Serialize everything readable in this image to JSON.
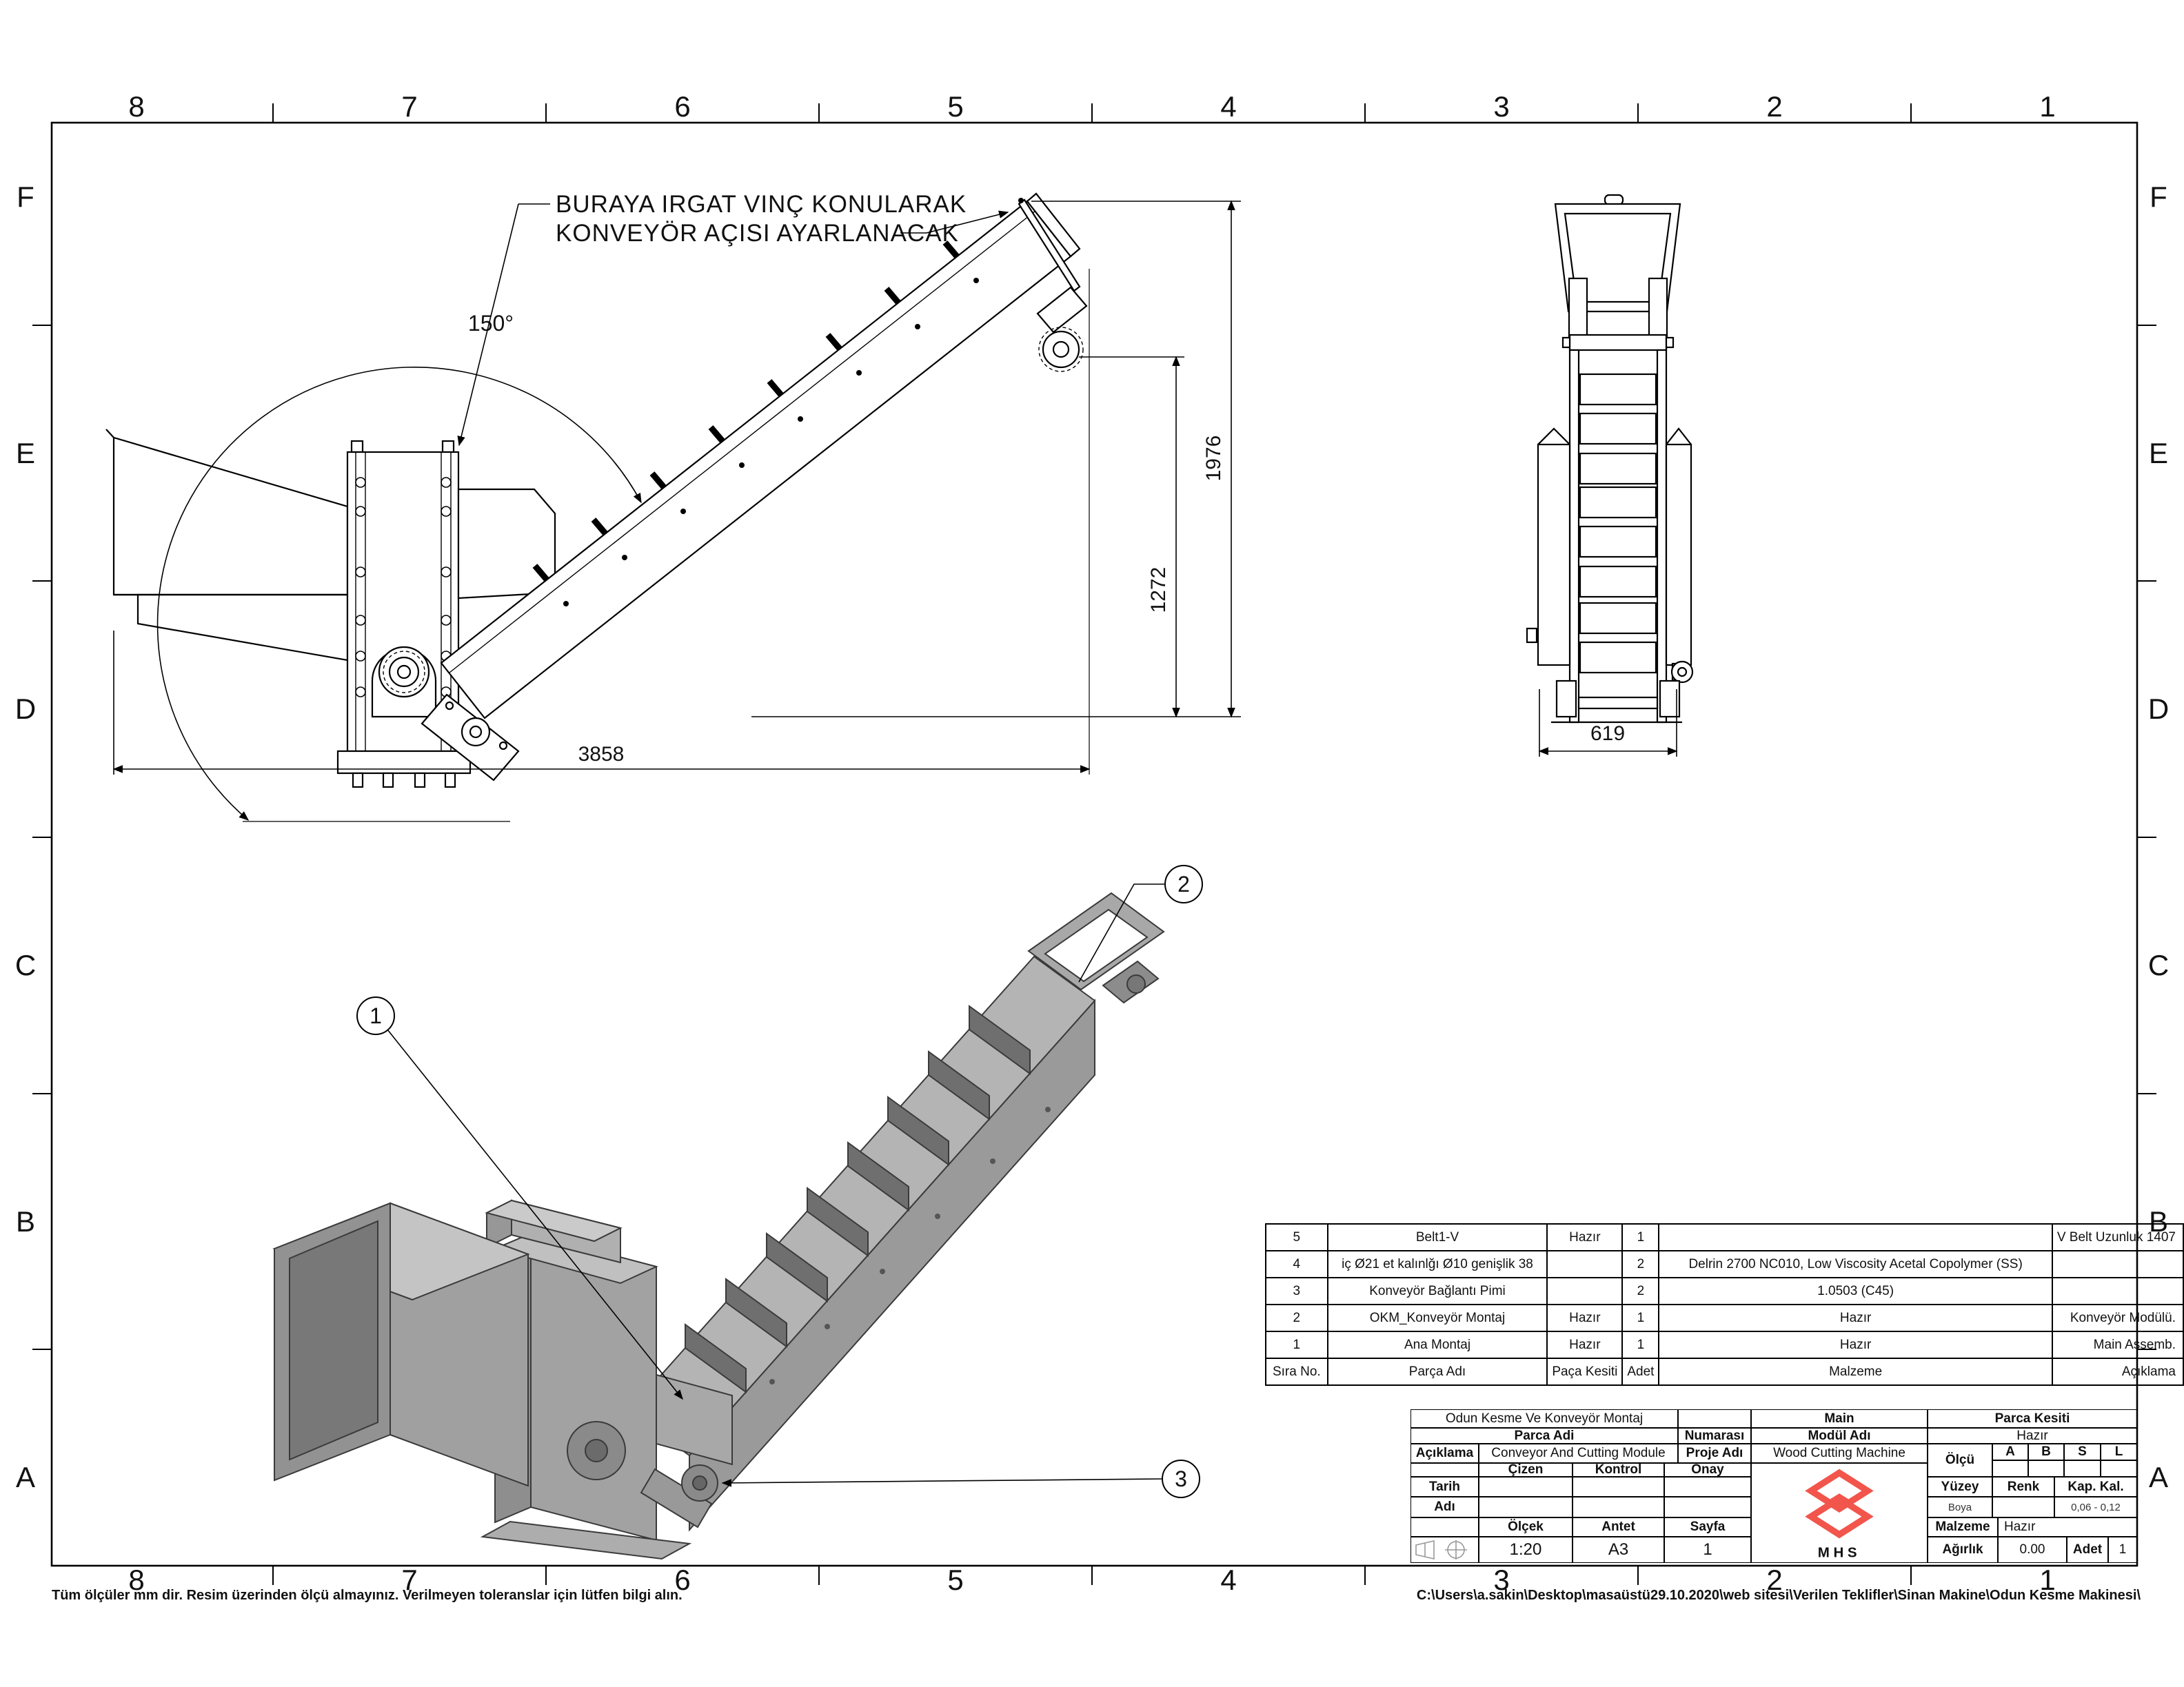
{
  "grid": {
    "cols": [
      "8",
      "7",
      "6",
      "5",
      "4",
      "3",
      "2",
      "1"
    ],
    "rows": [
      "F",
      "E",
      "D",
      "C",
      "B",
      "A"
    ]
  },
  "drawing": {
    "annotation_line1": "BURAYA IRGAT VINÇ KONULARAK",
    "annotation_line2": "KONVEYÖR AÇISI AYARLANACAK",
    "dim_angle": "150°",
    "dim_total_height": "1976",
    "dim_pivot_height": "1272",
    "dim_length": "3858",
    "dim_width": "619",
    "balloon_1": "1",
    "balloon_2": "2",
    "balloon_3": "3"
  },
  "parts_table": {
    "headers": [
      "Sıra No.",
      "Parça Adı",
      "Paça Kesiti",
      "Adet",
      "Malzeme",
      "Açıklama"
    ],
    "rows": [
      [
        "5",
        "Belt1-V",
        "Hazır",
        "1",
        "",
        "V Belt Uzunluk 1407"
      ],
      [
        "4",
        "iç Ø21 et kalınlğı  Ø10 genişlik 38",
        "",
        "2",
        "Delrin 2700 NC010, Low Viscosity Acetal Copolymer (SS)",
        ""
      ],
      [
        "3",
        "Konveyör Bağlantı Pimi",
        "",
        "2",
        "1.0503 (C45)",
        ""
      ],
      [
        "2",
        "OKM_Konveyör Montaj",
        "Hazır",
        "1",
        "Hazır",
        "Konveyör Modülü."
      ],
      [
        "1",
        "Ana Montaj",
        "Hazır",
        "1",
        "Hazır",
        "Main Assemb."
      ]
    ]
  },
  "title_block": {
    "part_name": "Odun Kesme Ve Konveyör Montaj",
    "part_name_label": "Parca Adi",
    "numarasi_label": "Numarası",
    "module_name": "Main",
    "module_label": "Modül Adı",
    "section_label": "Parca Kesiti",
    "section_value": "Hazır",
    "desc_label": "Açıklama",
    "desc_value": "Conveyor And Cutting Module",
    "project_label": "Proje Adı",
    "project_value": "Wood Cutting Machine",
    "olcu_label": "Ölçü",
    "col_a": "A",
    "col_b": "B",
    "col_s": "S",
    "col_l": "L",
    "cizen_label": "Çizen",
    "kontrol_label": "Kontrol",
    "onay_label": "Onay",
    "tarih_label": "Tarih",
    "adi_label": "Adı",
    "yuzey_label": "Yüzey",
    "renk_label": "Renk",
    "kapkal_label": "Kap. Kal.",
    "boya_value": "Boya",
    "kapkal_value": "0,06 - 0,12",
    "olcek_label": "Ölçek",
    "olcek_value": "1:20",
    "antet_label": "Antet",
    "antet_value": "A3",
    "sayfa_label": "Sayfa",
    "sayfa_value": "1",
    "malzeme_label": "Malzeme",
    "malzeme_value": "Hazır",
    "agirlik_label": "Ağırlık",
    "agirlik_value": "0.00",
    "adet_label": "Adet",
    "adet_value": "1"
  },
  "logo": {
    "text": "MHS",
    "color": "#f2554b"
  },
  "footer": {
    "left": "Tüm ölçüler mm dir. Resim üzerinden ölçü almayınız. Verilmeyen toleranslar için lütfen bilgi alın.",
    "right": "C:\\Users\\a.sakin\\Desktop\\masaüstü29.10.2020\\web sitesi\\Verilen Teklifler\\Sinan Makine\\Odun Kesme Makinesi\\"
  }
}
